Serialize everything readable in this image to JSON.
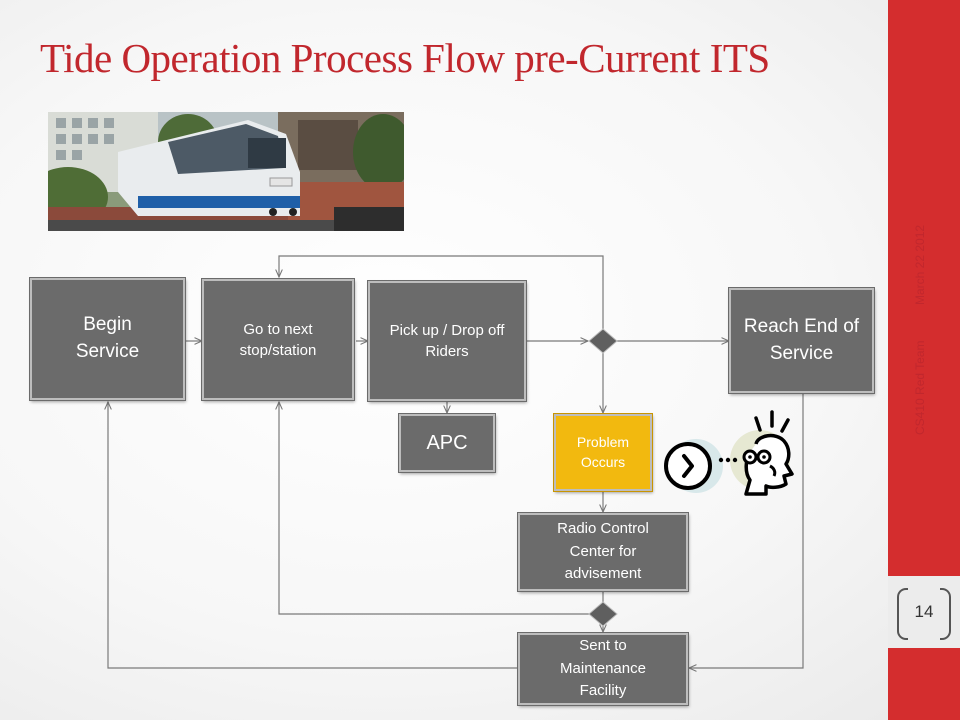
{
  "slide": {
    "title": "Tide Operation Process Flow pre-Current ITS",
    "date": "March 22 2012",
    "team": "CS410 Red Team",
    "page_number": "14"
  },
  "flow": {
    "begin_service": "Begin Service",
    "next_stop": "Go to next stop/station",
    "pickup_dropoff": "Pick up / Drop off Riders",
    "apc": "APC",
    "reach_end": "Reach End of Service",
    "problem_occurs": "Problem Occurs",
    "radio_control": "Radio Control Center for advisement",
    "maintenance": "Sent to Maintenance Facility"
  },
  "colors": {
    "title": "#c1272d",
    "sidebar": "#d42d2e",
    "box": "#6b6b6b",
    "problem_box": "#f2b90f"
  },
  "icons": [
    "tram-photo",
    "clock-icon",
    "thinking-person-icon"
  ]
}
